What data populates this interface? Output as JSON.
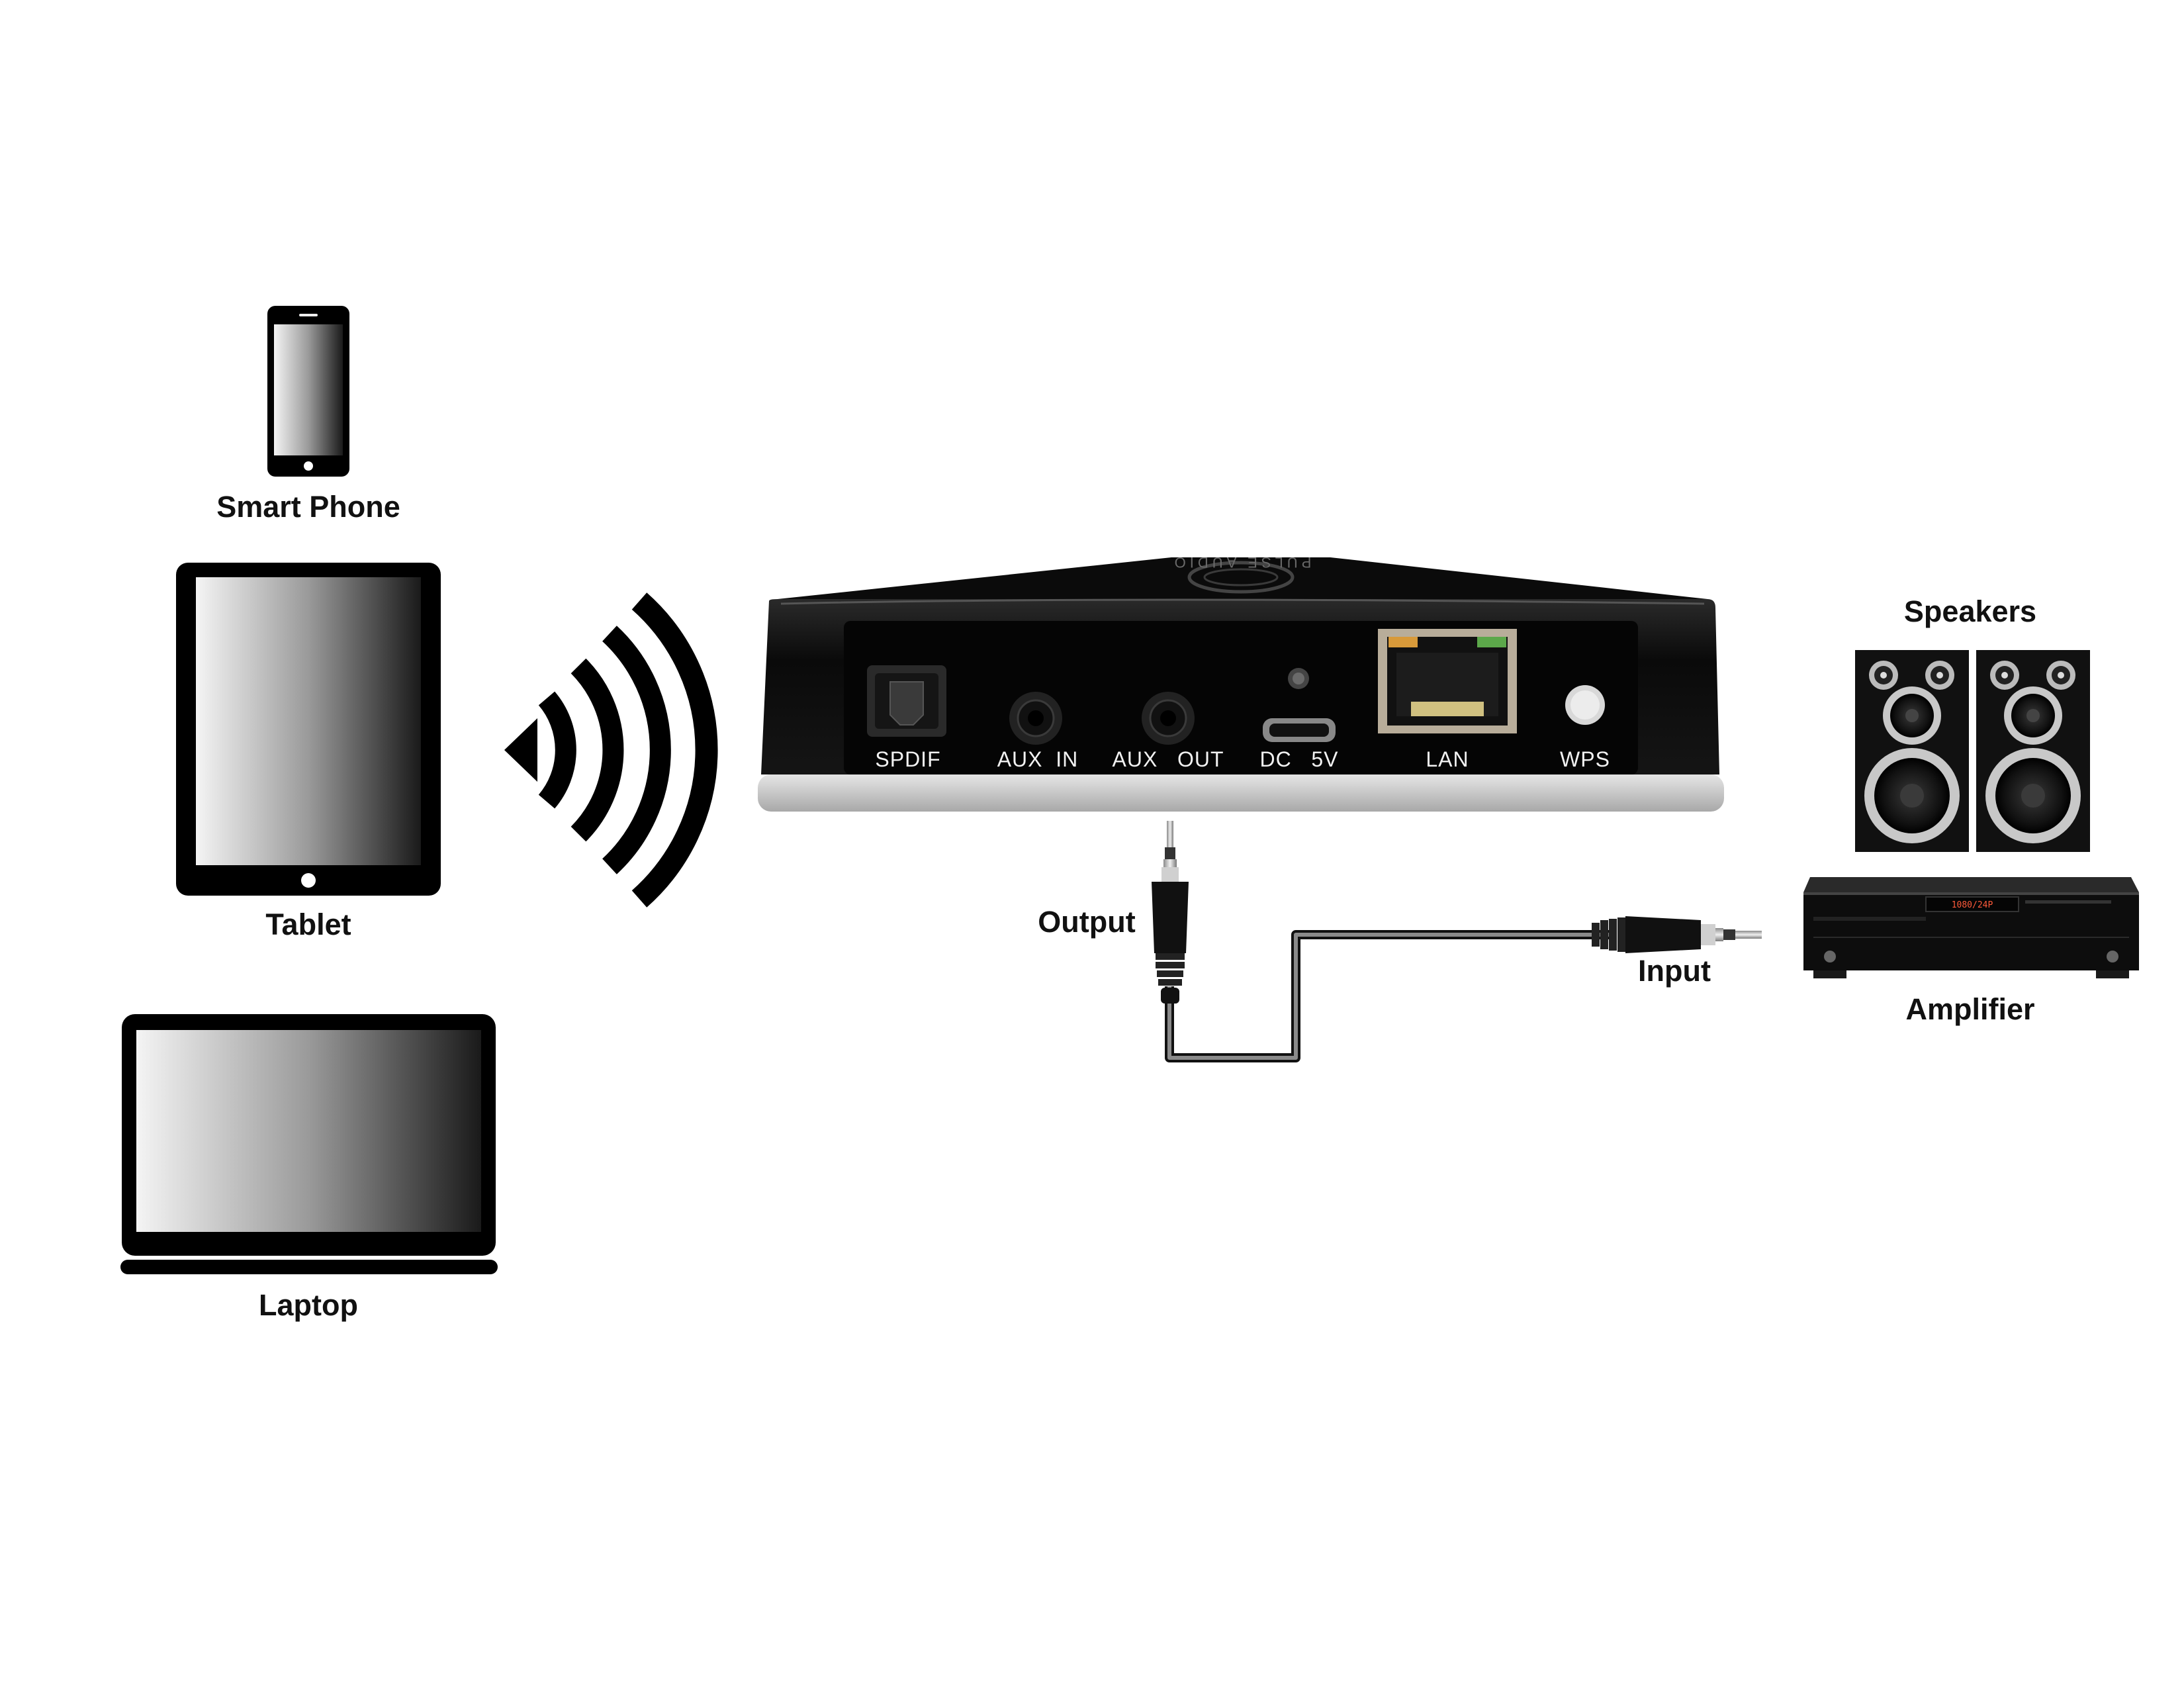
{
  "devices": {
    "smart_phone": "Smart Phone",
    "tablet": "Tablet",
    "laptop": "Laptop"
  },
  "receiver": {
    "logo_text": "PULSE AUDIO",
    "ports": {
      "spdif": "SPDIF",
      "aux_in": "AUX  IN",
      "aux_out": "AUX   OUT",
      "dc": "DC   5V",
      "lan": "LAN",
      "wps": "WPS"
    }
  },
  "cable": {
    "output": "Output",
    "input": "Input"
  },
  "equipment": {
    "speakers": "Speakers",
    "amplifier": "Amplifier",
    "amp_display": "1080/24P"
  },
  "colors": {
    "device_black": "#000000",
    "receiver_body": "#111111",
    "receiver_base": "#c8c8c8",
    "lan_led_orange": "#d89a3a",
    "lan_led_green": "#5ca84a",
    "cable_grey": "#7a7a7a"
  }
}
